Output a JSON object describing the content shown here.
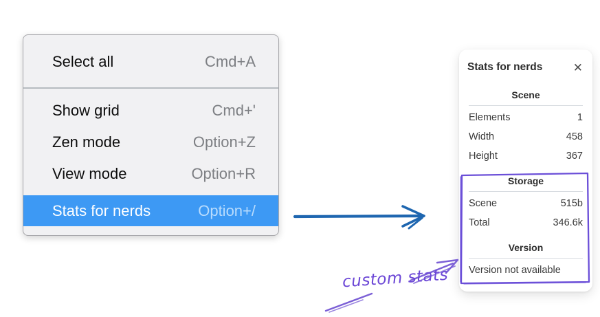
{
  "context_menu": {
    "groups": [
      {
        "items": [
          {
            "label": "Select all",
            "shortcut": "Cmd+A"
          }
        ]
      },
      {
        "items": [
          {
            "label": "Show grid",
            "shortcut": "Cmd+'"
          },
          {
            "label": "Zen mode",
            "shortcut": "Option+Z"
          },
          {
            "label": "View mode",
            "shortcut": "Option+R"
          },
          {
            "label": "Stats for nerds",
            "shortcut": "Option+/",
            "highlighted": true
          }
        ]
      }
    ],
    "highlight_color": "#3d99f4"
  },
  "stats_panel": {
    "title": "Stats for nerds",
    "close_icon": "✕",
    "sections": [
      {
        "heading": "Scene",
        "rows": [
          {
            "label": "Elements",
            "value": "1"
          },
          {
            "label": "Width",
            "value": "458"
          },
          {
            "label": "Height",
            "value": "367"
          }
        ]
      },
      {
        "heading": "Storage",
        "rows": [
          {
            "label": "Scene",
            "value": "515b"
          },
          {
            "label": "Total",
            "value": "346.6k"
          }
        ]
      },
      {
        "heading": "Version",
        "note": "Version not available"
      }
    ]
  },
  "annotations": {
    "custom_stats_label": "custom stats",
    "purple_color": "#6b4fd8",
    "blue_arrow_color": "#1e66b0"
  }
}
